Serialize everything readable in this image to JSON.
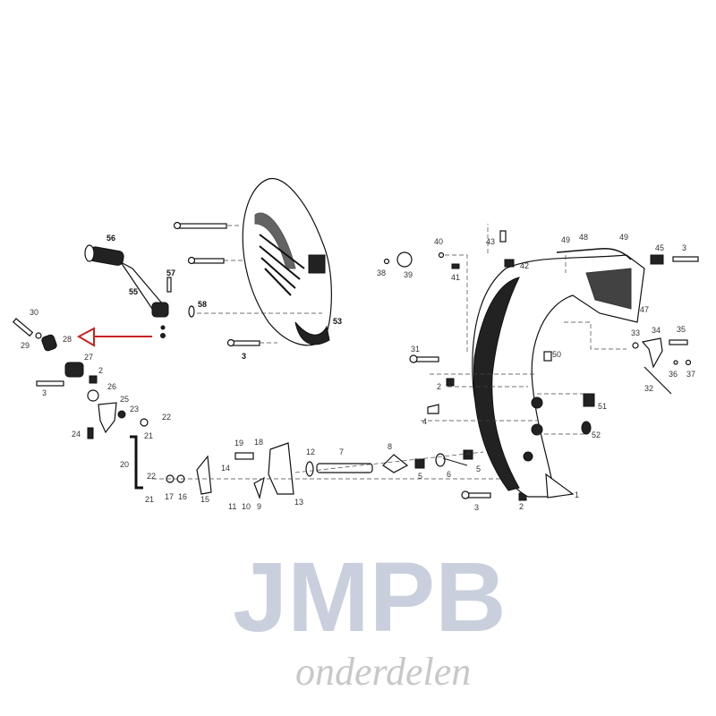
{
  "watermark": {
    "brand": "JMPB",
    "subtitle": "onderdelen"
  },
  "highlight_arrow": {
    "color": "#cc2222",
    "points_to": "28"
  },
  "labels": {
    "l30": "30",
    "l29": "29",
    "l28": "28",
    "l27": "27",
    "l2a": "2",
    "l3a": "3",
    "l26": "26",
    "l25": "25",
    "l23": "23",
    "l22a": "22",
    "l21a": "21",
    "l24": "24",
    "l20": "20",
    "l22b": "22",
    "l21b": "21",
    "l17": "17",
    "l16": "16",
    "l15": "15",
    "l14": "14",
    "l19": "19",
    "l18": "18",
    "l11": "11",
    "l10": "10",
    "l9": "9",
    "l13": "13",
    "l12": "12",
    "l7": "7",
    "l8": "8",
    "l5a": "5",
    "l6": "6",
    "l5b": "5",
    "l3b": "3",
    "l2b": "2",
    "l1": "1",
    "l52": "52",
    "l51": "51",
    "l4": "4",
    "l2c": "2",
    "l31": "31",
    "l50": "50",
    "l32": "32",
    "l36": "36",
    "l37": "37",
    "l33": "33",
    "l34": "34",
    "l35": "35",
    "l47": "47",
    "l45": "45",
    "l3c": "3",
    "l49a": "49",
    "l48": "48",
    "l49b": "49",
    "l43": "43",
    "l42": "42",
    "l40": "40",
    "l38": "38",
    "l39": "39",
    "l41": "41",
    "l56": "56",
    "l57": "57",
    "l55": "55",
    "l58": "58",
    "l53": "53",
    "l3d": "3"
  }
}
